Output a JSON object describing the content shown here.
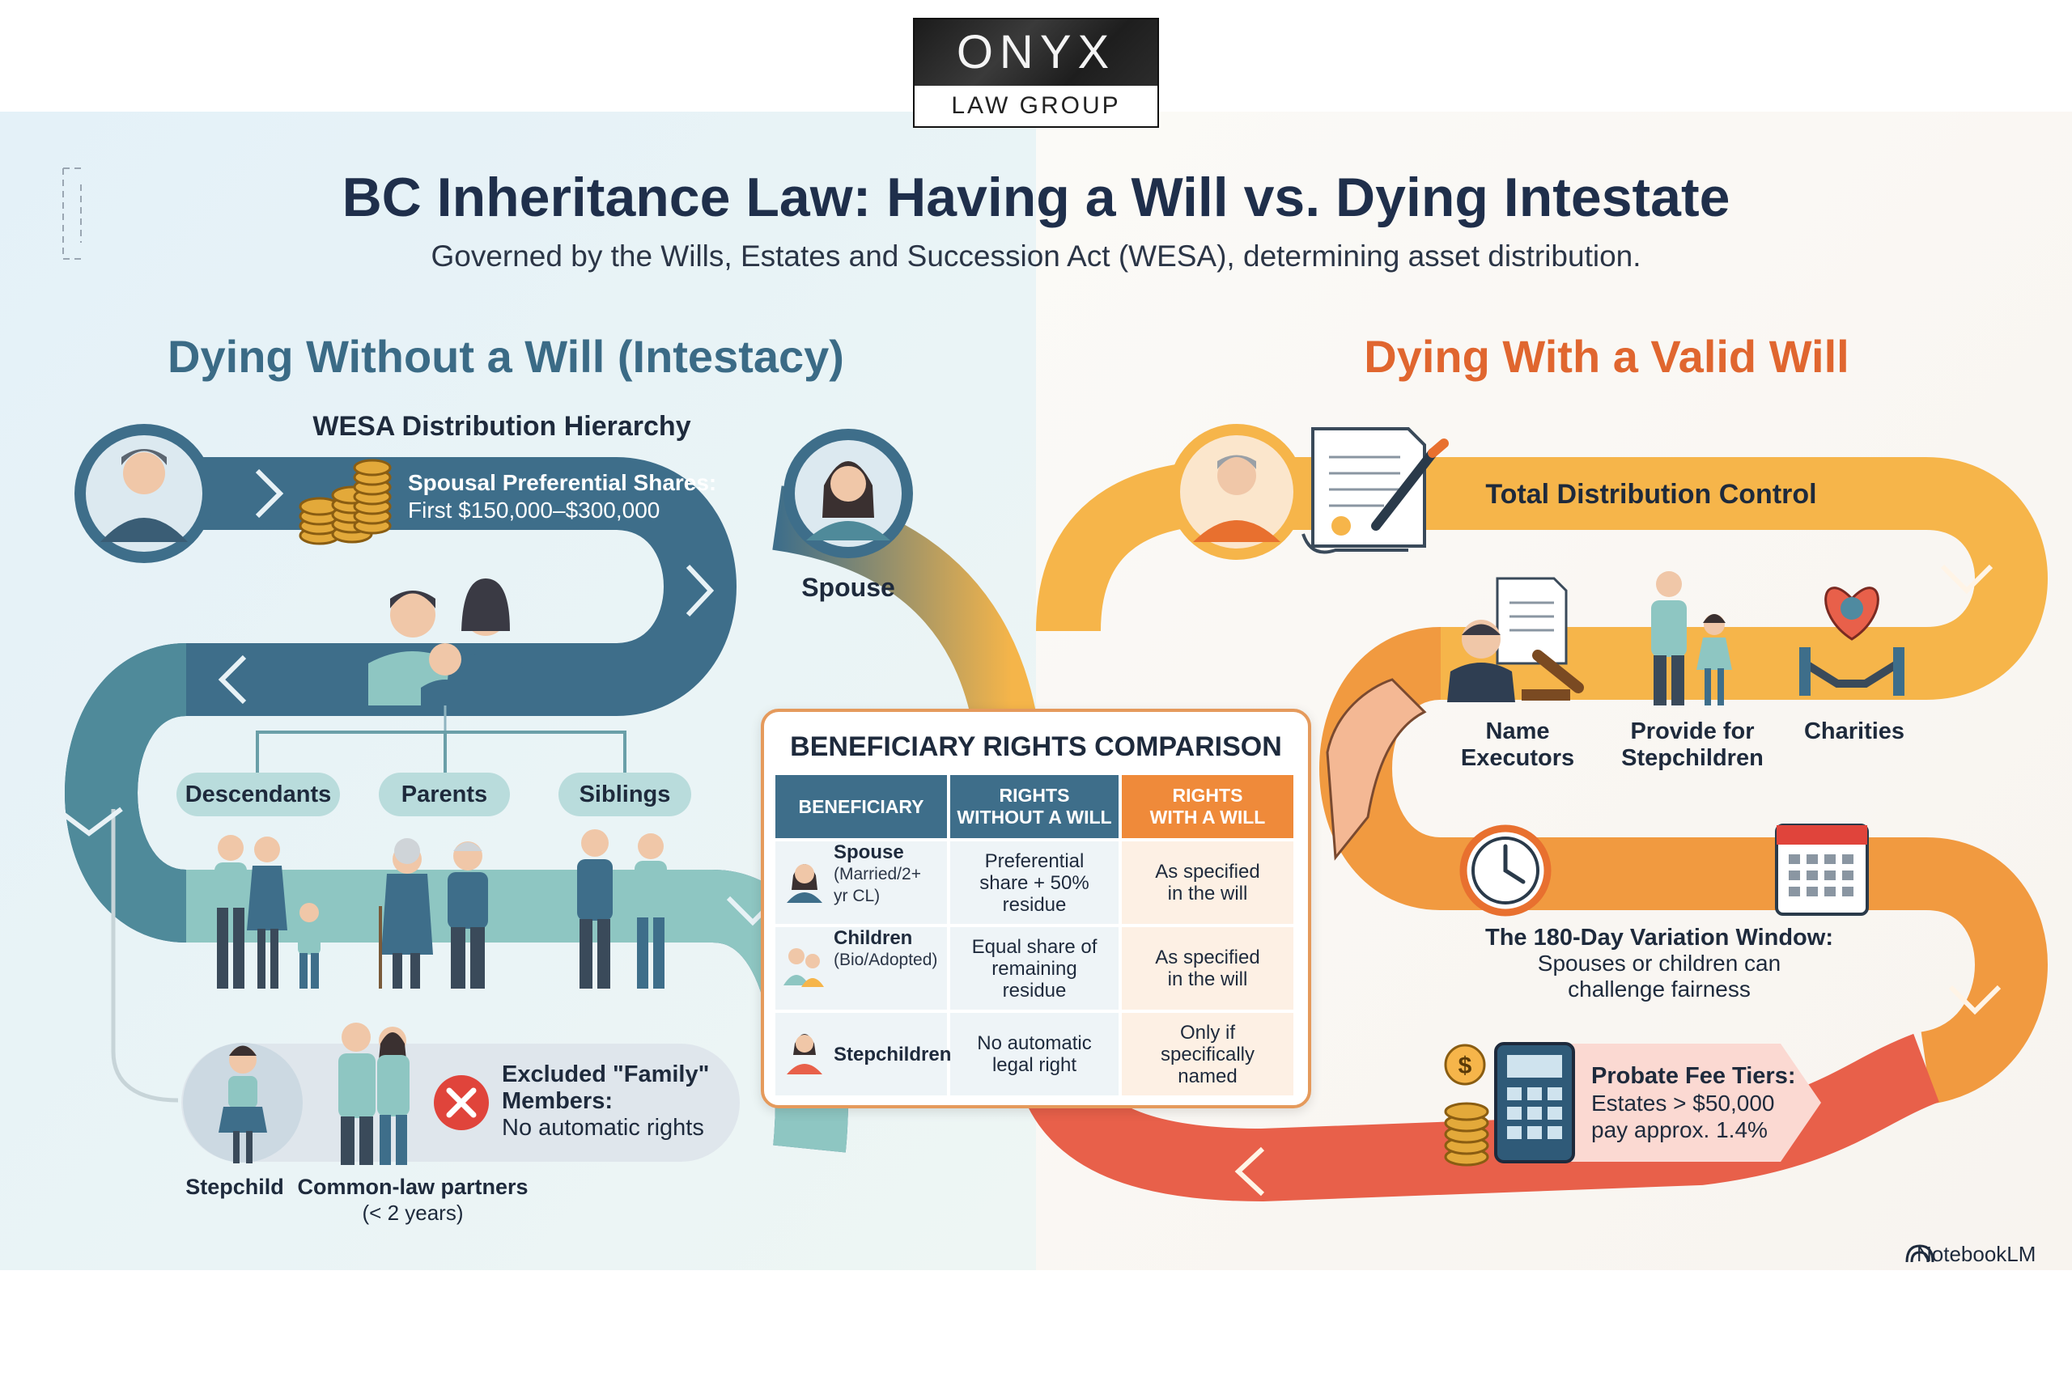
{
  "brand": {
    "name": "ONYX",
    "tagline": "LAW GROUP"
  },
  "title": "BC Inheritance Law: Having a Will vs. Dying Intestate",
  "subtitle": "Governed by the Wills, Estates and Succession Act (WESA), determining asset distribution.",
  "intestacy": {
    "heading": "Dying Without a Will (Intestacy)",
    "hierarchy_label": "WESA Distribution Hierarchy",
    "preferential": {
      "label": "Spousal Preferential Shares:",
      "value": "First $150,000–$300,000"
    },
    "spouse_label": "Spouse",
    "relatives": [
      "Descendants",
      "Parents",
      "Siblings"
    ],
    "excluded": {
      "title": "Excluded \"Family\" Members:",
      "desc": "No automatic rights"
    },
    "stepchild_label": "Stepchild",
    "common_law_label": "Common-law partners",
    "common_law_note": "(< 2 years)"
  },
  "will": {
    "heading": "Dying With a Valid Will",
    "control_label": "Total Distribution Control",
    "options": [
      {
        "line1": "Name",
        "line2": "Executors"
      },
      {
        "line1": "Provide for",
        "line2": "Stepchildren"
      },
      {
        "line1": "Charities",
        "line2": ""
      }
    ],
    "variation": {
      "title": "The 180-Day Variation Window:",
      "line1": "Spouses or children can",
      "line2": "challenge fairness"
    },
    "probate": {
      "title": "Probate Fee Tiers:",
      "line1": "Estates > $50,000",
      "line2": "pay approx. 1.4%"
    }
  },
  "table": {
    "title": "BENEFICIARY RIGHTS COMPARISON",
    "headers": [
      {
        "line1": "BENEFICIARY",
        "line2": ""
      },
      {
        "line1": "RIGHTS",
        "line2": "WITHOUT A WILL"
      },
      {
        "line1": "RIGHTS",
        "line2": "WITH A WILL"
      }
    ],
    "rows": [
      {
        "name": "Spouse",
        "sub1": "(Married/2+",
        "sub2": "yr CL)",
        "without": [
          "Preferential",
          "share + 50%",
          "residue"
        ],
        "with": [
          "As specified",
          "in the will",
          ""
        ]
      },
      {
        "name": "Children",
        "sub1": "(Bio/Adopted)",
        "sub2": "",
        "without": [
          "Equal share of",
          "remaining",
          "residue"
        ],
        "with": [
          "As specified",
          "in the will",
          ""
        ]
      },
      {
        "name": "Stepchildren",
        "sub1": "",
        "sub2": "",
        "without": [
          "No automatic",
          "legal right",
          ""
        ],
        "with": [
          "Only if",
          "specifically",
          "named"
        ]
      }
    ]
  },
  "footer": {
    "credit": "NotebookLM"
  },
  "colors": {
    "teal": "#3e6e8a",
    "teal_light": "#5f9aa0",
    "mint": "#8ec6c2",
    "orange": "#f5b54a",
    "orange_dark": "#ef8a3a",
    "red_orange": "#e8604a",
    "title_navy": "#1f2f4b",
    "right_accent": "#e0662f"
  }
}
